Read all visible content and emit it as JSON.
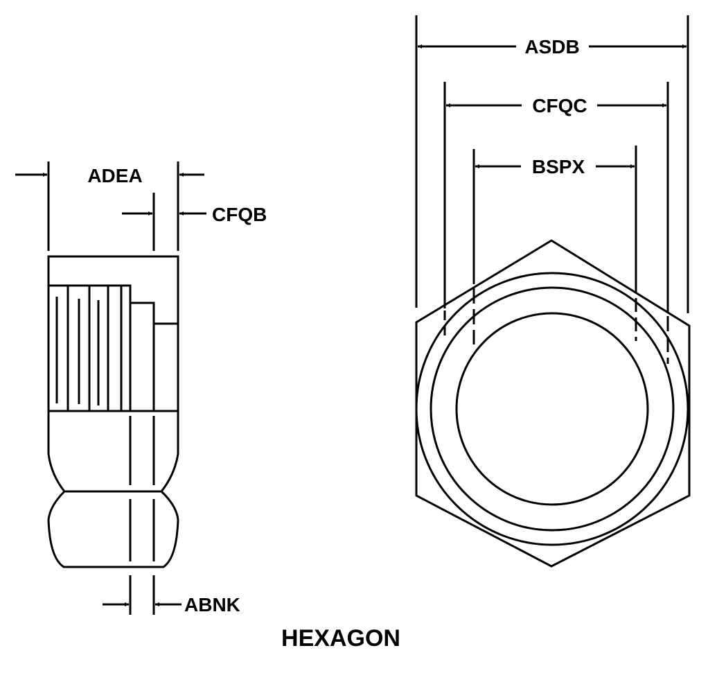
{
  "title": "HEXAGON",
  "dimensions": {
    "asdb": "ASDB",
    "cfqc": "CFQC",
    "bspx": "BSPX",
    "adea": "ADEA",
    "cfqb": "CFQB",
    "abnk": "ABNK"
  }
}
